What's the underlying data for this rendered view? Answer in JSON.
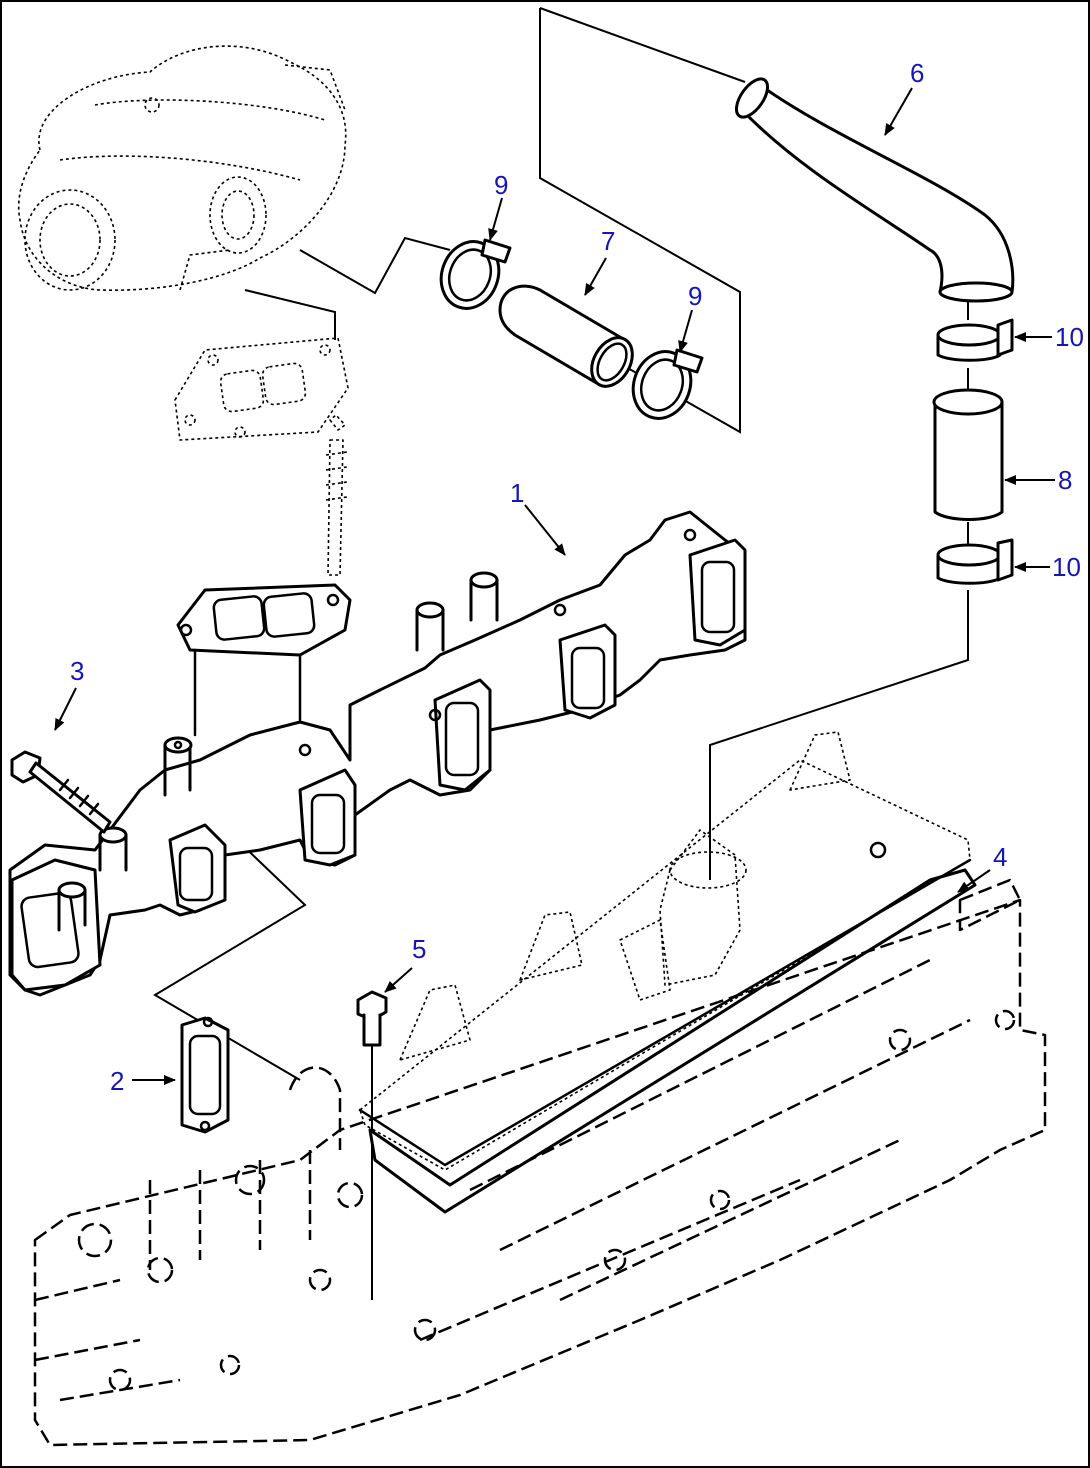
{
  "callouts": {
    "c1": "1",
    "c2": "2",
    "c3": "3",
    "c4": "4",
    "c5": "5",
    "c6": "6",
    "c7": "7",
    "c8": "8",
    "c9a": "9",
    "c9b": "9",
    "c10a": "10",
    "c10b": "10"
  },
  "colors": {
    "callout_text": "#1515b8",
    "line_art": "#000000",
    "background": "#ffffff"
  }
}
